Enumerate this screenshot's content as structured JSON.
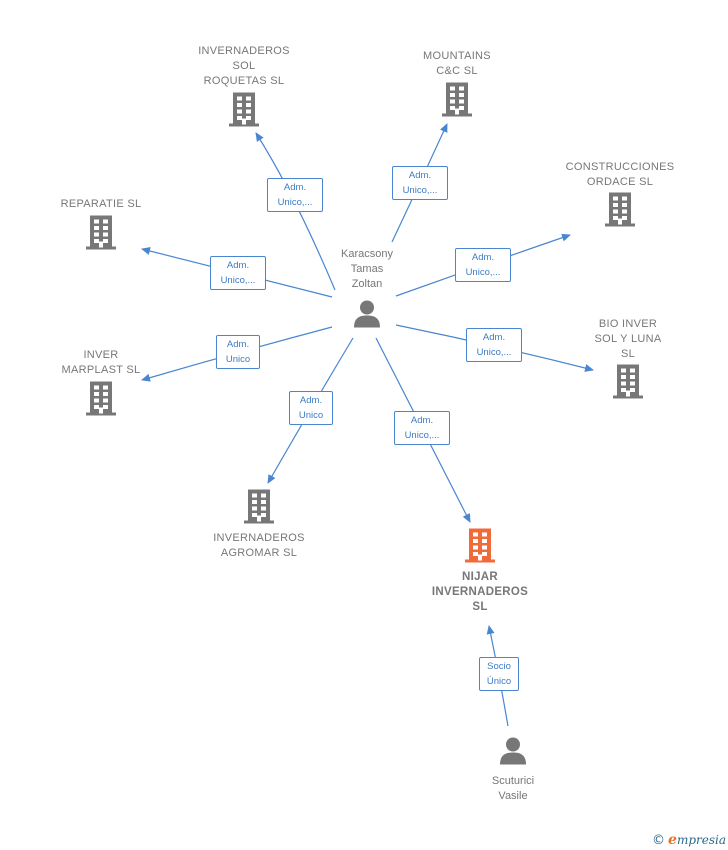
{
  "colors": {
    "edge": "#4a86cf",
    "building": "#777777",
    "highlight_building": "#f06a3a",
    "person": "#777777"
  },
  "center_person": {
    "label": "Karacsony\nTamas\nZoltan"
  },
  "secondary_person": {
    "label": "Scuturici\nVasile"
  },
  "companies": [
    {
      "id": "invernaderos-sol-roquetas",
      "label": "INVERNADEROS\nSOL\nROQUETAS  SL"
    },
    {
      "id": "mountains-cc",
      "label": "MOUNTAINS\nC&C  SL"
    },
    {
      "id": "construcciones-ordace",
      "label": "CONSTRUCCIONES\nORDACE  SL"
    },
    {
      "id": "reparatie",
      "label": "REPARATIE  SL"
    },
    {
      "id": "bio-inver",
      "label": "BIO INVER\nSOL Y LUNA\nSL"
    },
    {
      "id": "inver-marplast",
      "label": "INVER\nMARPLAST  SL"
    },
    {
      "id": "invernaderos-agromar",
      "label": "INVERNADEROS\nAGROMAR  SL"
    },
    {
      "id": "nijar-invernaderos",
      "label": "NIJAR\nINVERNADEROS\nSL"
    }
  ],
  "relations": [
    {
      "id": "rel-roquetas",
      "label": "Adm.\nUnico,..."
    },
    {
      "id": "rel-mountains",
      "label": "Adm.\nUnico,..."
    },
    {
      "id": "rel-construcciones",
      "label": "Adm.\nUnico,..."
    },
    {
      "id": "rel-reparatie",
      "label": "Adm.\nUnico,..."
    },
    {
      "id": "rel-bio",
      "label": "Adm.\nUnico,..."
    },
    {
      "id": "rel-marplast",
      "label": "Adm.\nUnico"
    },
    {
      "id": "rel-agromar",
      "label": "Adm.\nUnico"
    },
    {
      "id": "rel-nijar",
      "label": "Adm.\nUnico,..."
    },
    {
      "id": "rel-socio",
      "label": "Socio\nÚnico"
    }
  ],
  "footer": {
    "copyright": "©",
    "brand_initial": "e",
    "brand_rest": "mpresia"
  }
}
